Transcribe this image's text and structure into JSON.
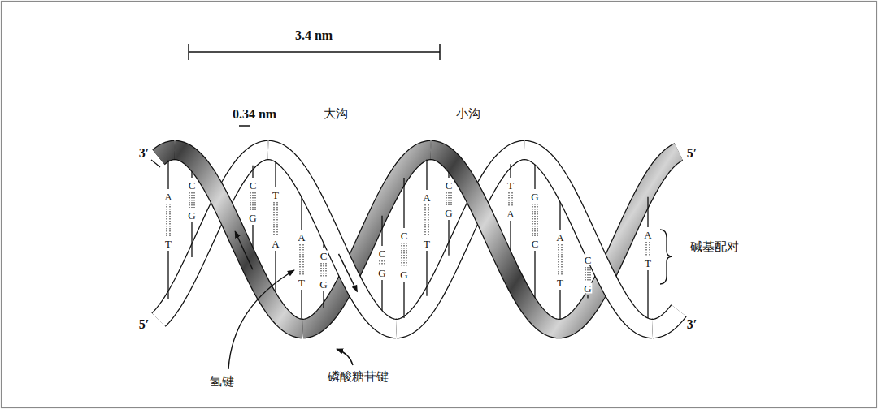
{
  "diagram": {
    "labels": [
      "3.4 nm",
      "0.34 nm",
      "大沟",
      "小沟",
      "3′",
      "5′",
      "5′",
      "3′",
      "A",
      "T",
      "C",
      "G",
      "C",
      "G",
      "T",
      "A",
      "A",
      "T",
      "C",
      "G",
      "C",
      "G",
      "C",
      "G",
      "A",
      "T",
      "C",
      "G",
      "T",
      "A",
      "G",
      "C",
      "A",
      "T",
      "C",
      "G",
      "A",
      "T",
      "碱基配对",
      "氢键",
      "磷酸糖苷键"
    ]
  }
}
